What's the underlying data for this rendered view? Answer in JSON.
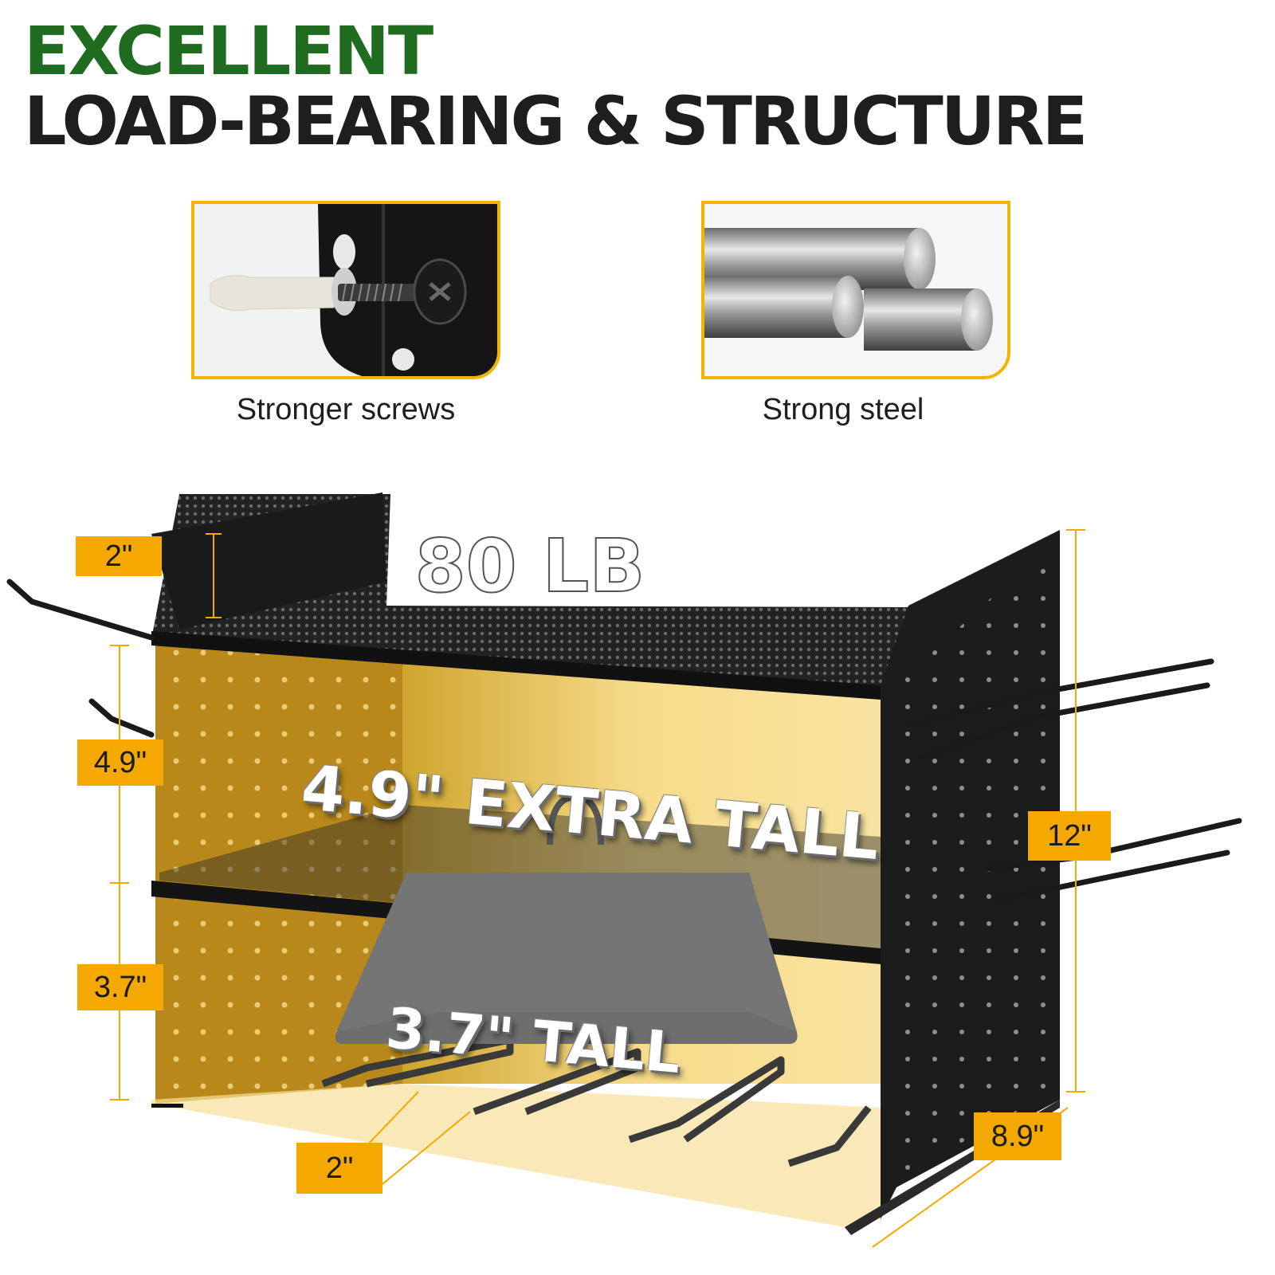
{
  "headline": {
    "line1": "EXCELLENT",
    "line2": "LOAD-BEARING & STRUCTURE"
  },
  "features": [
    {
      "caption": "Stronger screws",
      "icon": "screw-icon"
    },
    {
      "caption": "Strong steel",
      "icon": "steel-rods-icon"
    }
  ],
  "weight": {
    "label": "80 LB"
  },
  "shelf_labels": {
    "upper": "4.9\" EXTRA TALL",
    "lower": "3.7\" TALL"
  },
  "dimensions": {
    "rim": "2\"",
    "upper_height": "4.9\"",
    "lower_height": "3.7\"",
    "total_height": "12\"",
    "depth": "8.9\"",
    "slot": "2\""
  },
  "colors": {
    "headline_green": "#1f6b1f",
    "accent_yellow": "#f5a900",
    "frame_border": "#f3b400",
    "rack_black": "#1a1a1a",
    "glow": "#f7dc8a"
  }
}
